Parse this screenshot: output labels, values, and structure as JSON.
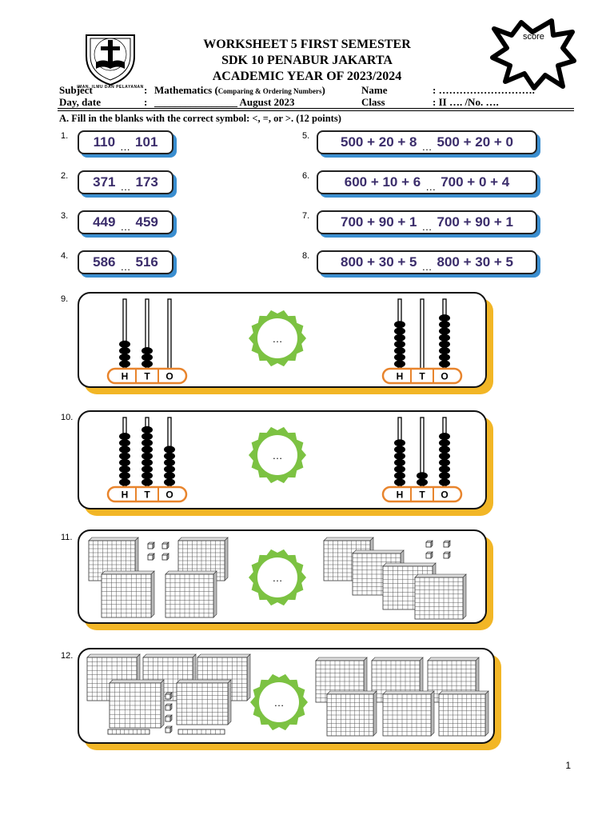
{
  "header": {
    "title1": "WORKSHEET 5 FIRST SEMESTER",
    "title2": "SDK 10 PENABUR JAKARTA",
    "title3": "ACADEMIC YEAR OF 2023/2024",
    "score_label": "score",
    "logo_text": "IMAN, ILMU DAN PELAYANAN",
    "subject_label": "Subject",
    "subject_colon": ":",
    "subject_value": "Mathematics (",
    "subject_detail": "Comparing & Ordering Numbers",
    "subject_close": ")",
    "name_label": "Name",
    "name_value": ": ……………………….",
    "day_label": "Day, date",
    "day_colon": ":",
    "day_value": "________________ August 2023",
    "class_label": "Class",
    "class_value": ": II …. /No. …."
  },
  "instructions": "A. Fill in the blanks with the correct symbol: <, =, or >. (12 points)",
  "placeholder": "…",
  "problems_left": [
    {
      "num": "1.",
      "a": "110",
      "b": "101"
    },
    {
      "num": "2.",
      "a": "371",
      "b": "173"
    },
    {
      "num": "3.",
      "a": "449",
      "b": "459"
    },
    {
      "num": "4.",
      "a": "586",
      "b": "516"
    }
  ],
  "problems_right": [
    {
      "num": "5.",
      "a": "500 + 20 + 8",
      "b": "500 + 20 + 0"
    },
    {
      "num": "6.",
      "a": "600 + 10 + 6",
      "b": "700 + 0 + 4"
    },
    {
      "num": "7.",
      "a": "700 + 90 + 1",
      "b": "700 + 90 + 1"
    },
    {
      "num": "8.",
      "a": "800 + 30 + 5",
      "b": "800 + 30 + 5"
    }
  ],
  "abacus_labels": [
    "H",
    "T",
    "O"
  ],
  "problem9": {
    "num": "9.",
    "left": [
      4,
      3,
      0
    ],
    "right": [
      7,
      0,
      8
    ]
  },
  "problem10": {
    "num": "10.",
    "left": [
      8,
      9,
      6
    ],
    "right": [
      7,
      2,
      8
    ]
  },
  "problem11": {
    "num": "11."
  },
  "problem12": {
    "num": "12."
  },
  "page_number": "1",
  "colors": {
    "box_shadow": "#3a8ed0",
    "panel_shadow": "#f2b626",
    "bead_frame": "#e8842c",
    "circle": "#7cc242",
    "number_text": "#3b2d6b"
  }
}
